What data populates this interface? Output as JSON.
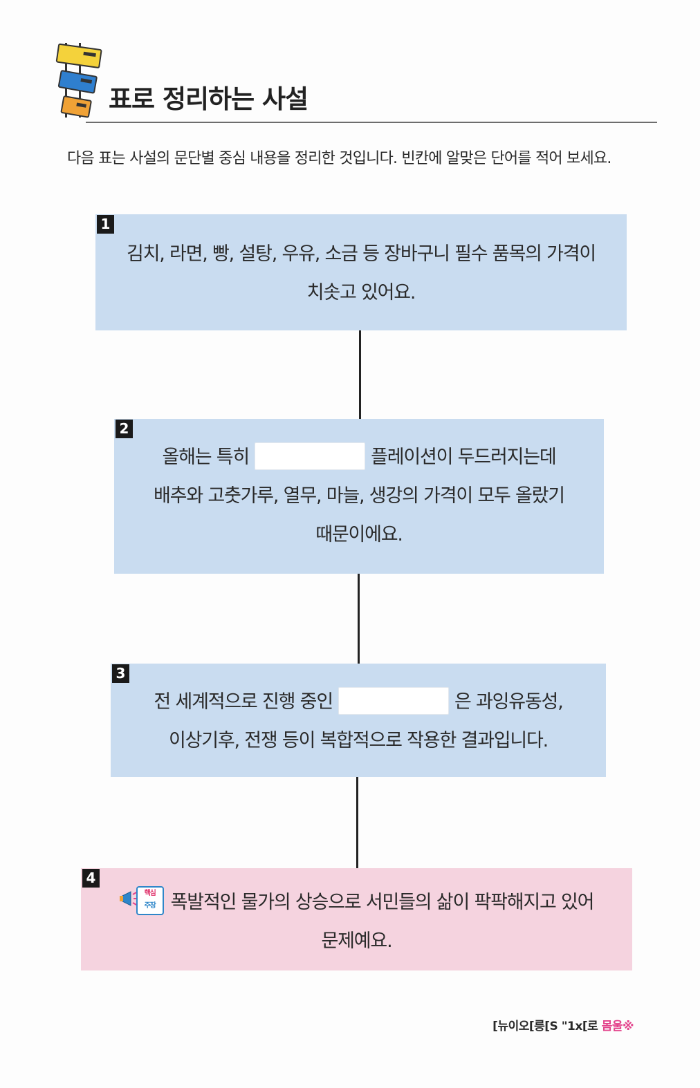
{
  "header": {
    "title": "표로 정리하는 사설"
  },
  "instruction": "다음 표는 사설의 문단별 중심 내용을 정리한 것입니다. 빈칸에 알맞은 단어를 적어 보세요.",
  "boxes": [
    {
      "number": "1",
      "lines": [
        "김치, 라면, 빵, 설탕, 우유, 소금 등 장바구니 필수 품목의 가격이",
        "치솟고 있어요."
      ]
    },
    {
      "number": "2",
      "line1_before": "올해는 특히",
      "blank": "",
      "line1_after": "플레이션이 두드러지는데",
      "line2": "배추와 고춧가루, 열무, 마늘, 생강의 가격이 모두 올랐기",
      "line3": "때문이에요."
    },
    {
      "number": "3",
      "line1_before": "전 세계적으로 진행 중인",
      "blank": "",
      "line1_after": "은 과잉유동성,",
      "line2": "이상기후, 전쟁 등이 복합적으로 작용한 결과입니다."
    },
    {
      "number": "4",
      "badge_line1": "핵심",
      "badge_line2": "주장",
      "line1": "폭발적인 물가의 상승으로 서민들의 삶이 팍팍해지고 있어",
      "line2": "문제예요."
    }
  ],
  "footer": {
    "text": "[뉴이오[릉[S \"1x[로",
    "accent": "몸울※"
  },
  "colors": {
    "box_blue": "#c9dcf0",
    "box_pink": "#f5d3df",
    "number_badge": "#1a1a1a",
    "accent_pink": "#e3428b",
    "accent_blue": "#2e86c9"
  }
}
